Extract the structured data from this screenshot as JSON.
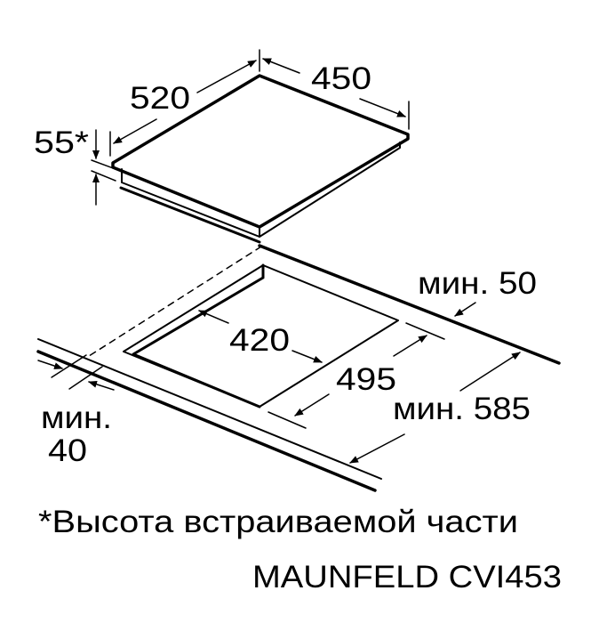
{
  "dimensions": {
    "hob_depth": "520",
    "hob_width": "450",
    "built_in_height": "55*",
    "cutout_width": "420",
    "cutout_depth": "495",
    "min_back": "мин. 50",
    "min_depth": "мин. 585",
    "min_front_label": "мин.",
    "min_front_value": "40"
  },
  "footnote": "*Высота встраиваемой части",
  "model": "MAUNFELD CVI453"
}
